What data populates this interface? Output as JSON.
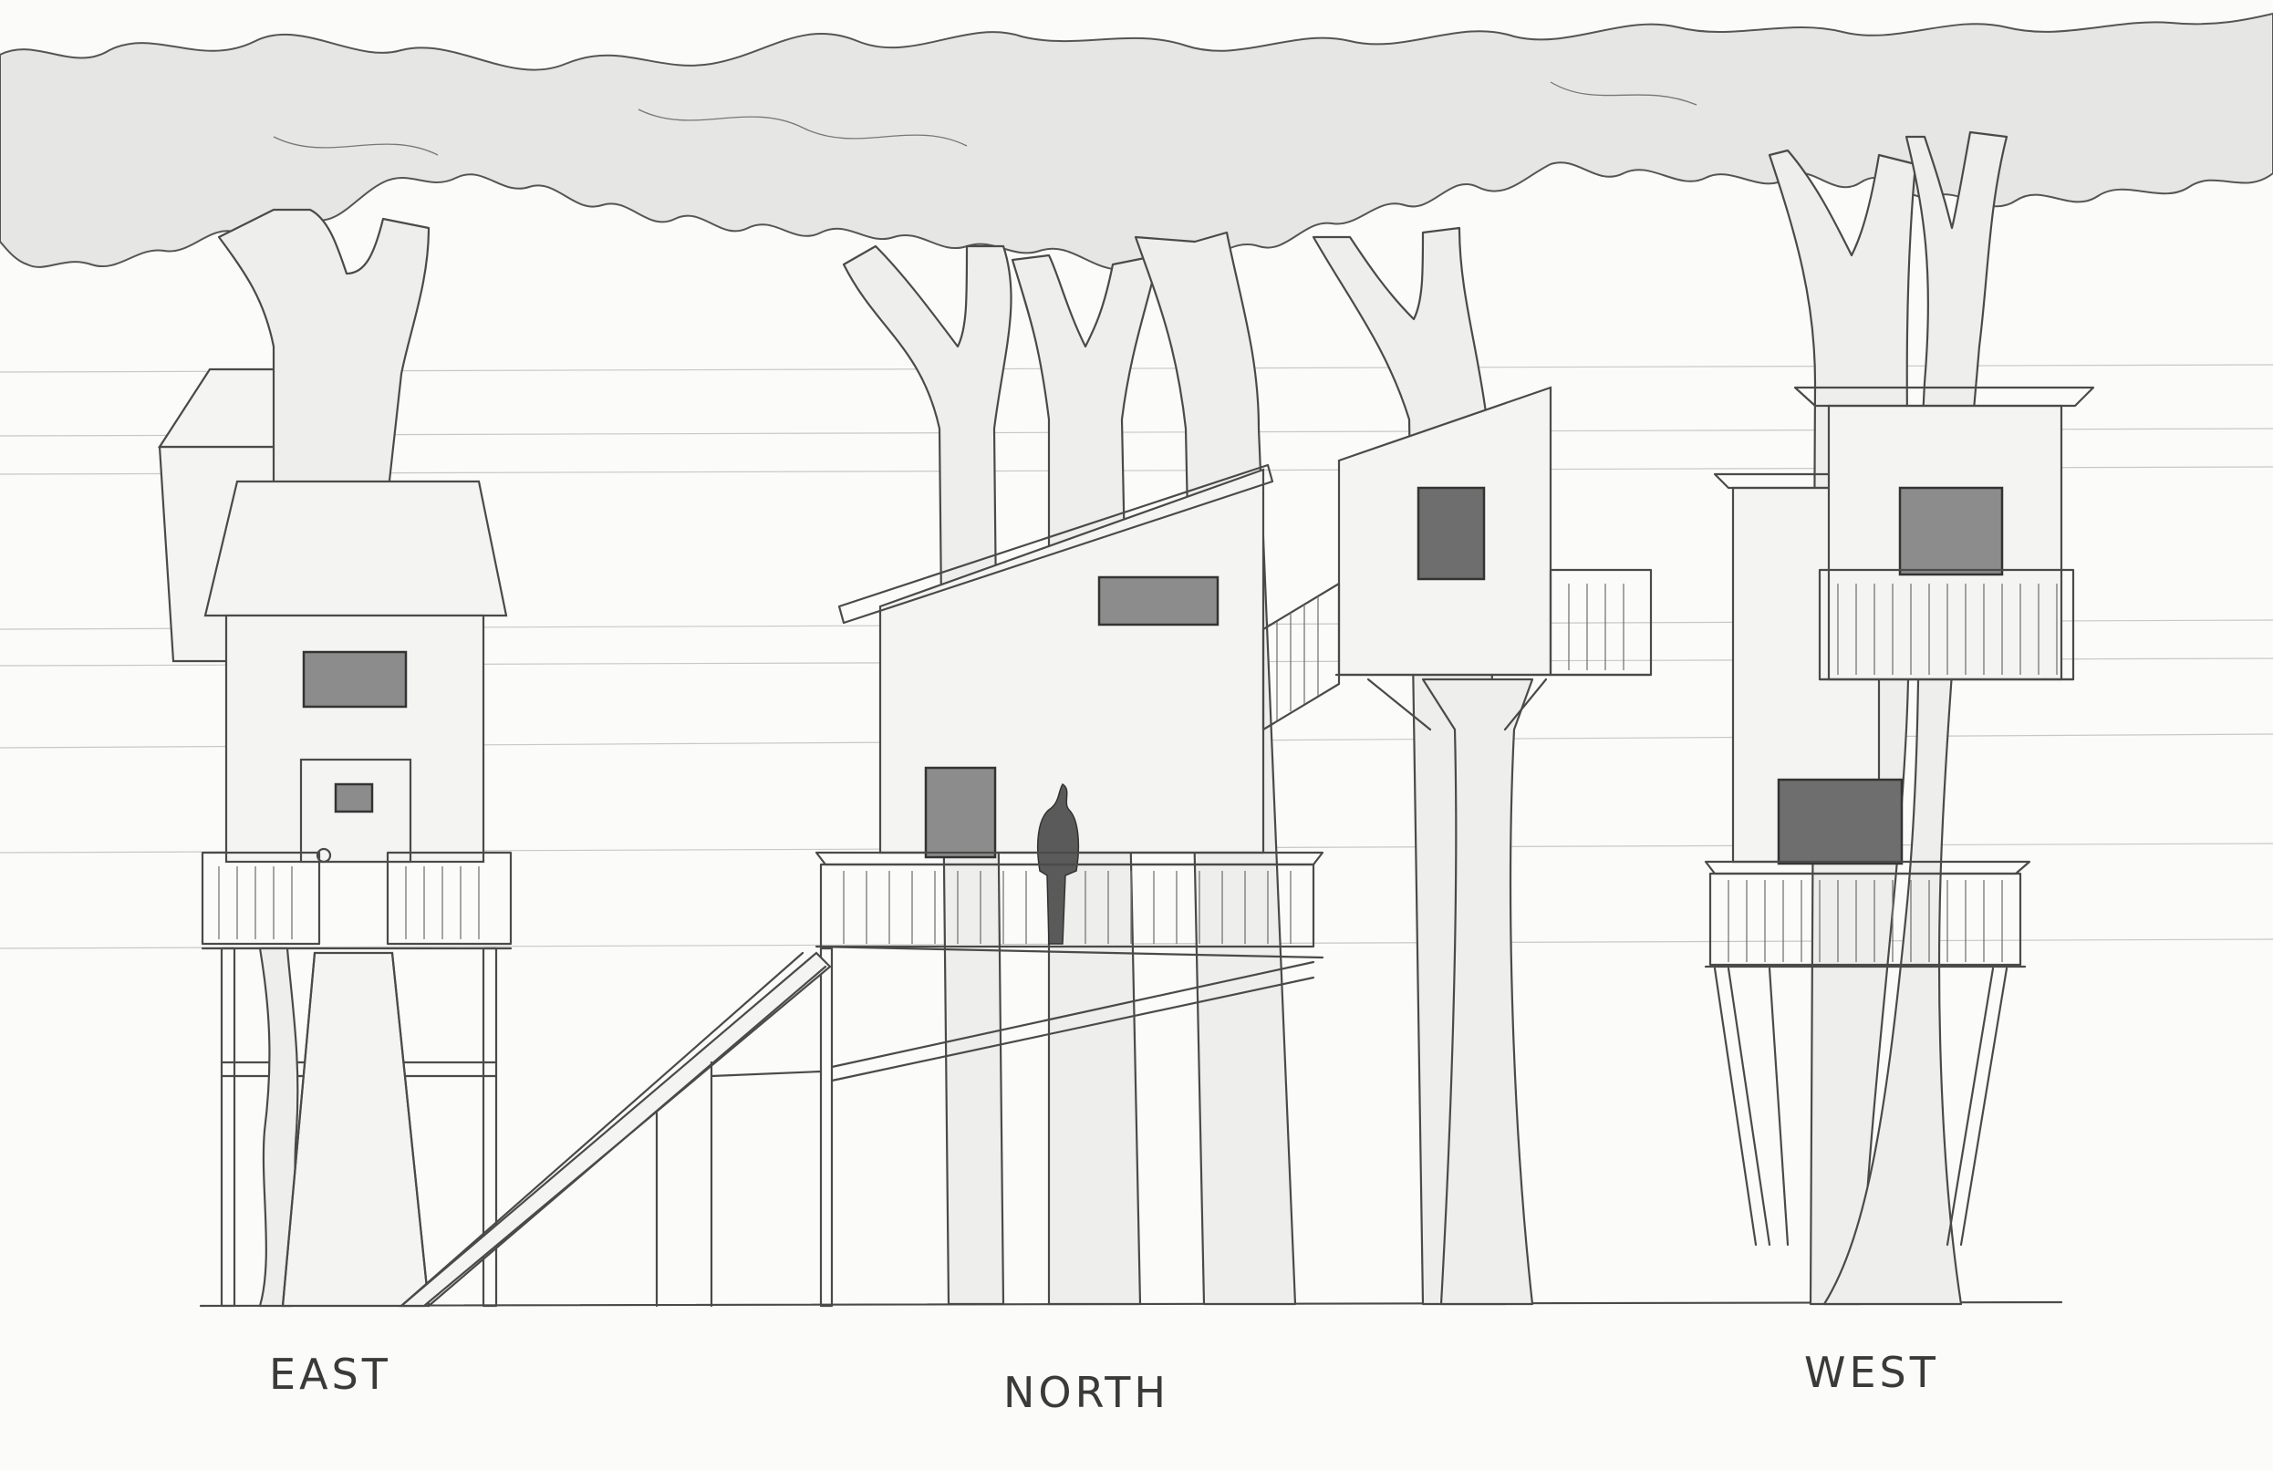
{
  "elevations": {
    "east": "EAST",
    "north": "NORTH",
    "west": "WEST"
  },
  "colors": {
    "paper": "#fbfbf9",
    "graphite": "#4a4a4a",
    "shading": "#8c8c8c"
  }
}
